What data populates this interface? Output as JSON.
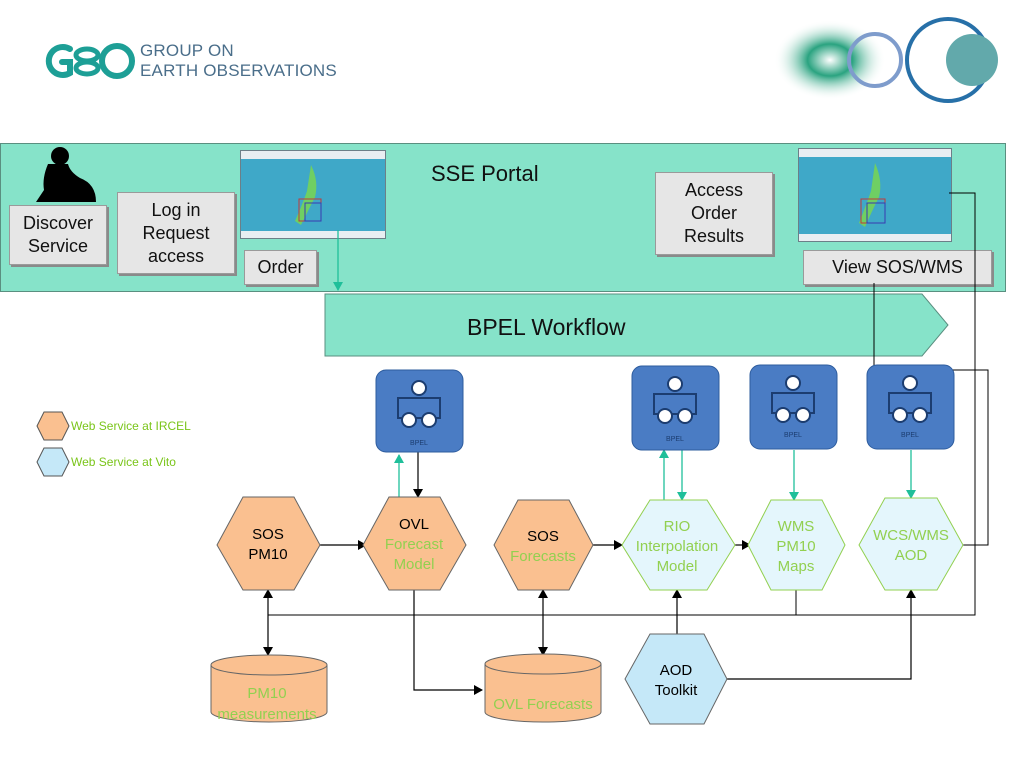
{
  "header": {
    "logo_line1": "GROUP ON",
    "logo_line2": "EARTH OBSERVATIONS"
  },
  "portal": {
    "title": "SSE Portal",
    "discover_label": "Discover\nService",
    "login_label": "Log in\nRequest\naccess",
    "order_label": "Order",
    "access_label": "Access\nOrder\nResults",
    "view_label": "View SOS/WMS"
  },
  "workflow": {
    "label": "BPEL Workflow"
  },
  "legend": {
    "ircel_label": "Web Service at IRCEL",
    "vito_label": "Web Service at Vito"
  },
  "bpel_icon_label": "BPEL",
  "nodes": {
    "sos_pm10": [
      "SOS",
      "PM10"
    ],
    "ovl_model": [
      "OVL",
      "Forecast",
      "Model"
    ],
    "sos_forecasts": [
      "SOS",
      "Forecasts"
    ],
    "rio_model": [
      "RIO",
      "Interpolation",
      "Model"
    ],
    "wms_pm10": [
      "WMS",
      "PM10",
      "Maps"
    ],
    "wcs_wms_aod": [
      "WCS/WMS",
      "AOD"
    ],
    "aod_toolkit": [
      "AOD",
      "Toolkit"
    ],
    "pm10_measurements": [
      "PM10",
      "measurements"
    ],
    "ovl_forecasts": [
      "OVL Forecasts"
    ]
  },
  "colors": {
    "ircel_fill": "#fac090",
    "vito_fill": "#c5e8f8",
    "green_text": "#92d050",
    "portal_fill": "#86e3c9",
    "bpel_blue": "#4a7cc4",
    "teal_arrow": "#1fbf9a"
  }
}
